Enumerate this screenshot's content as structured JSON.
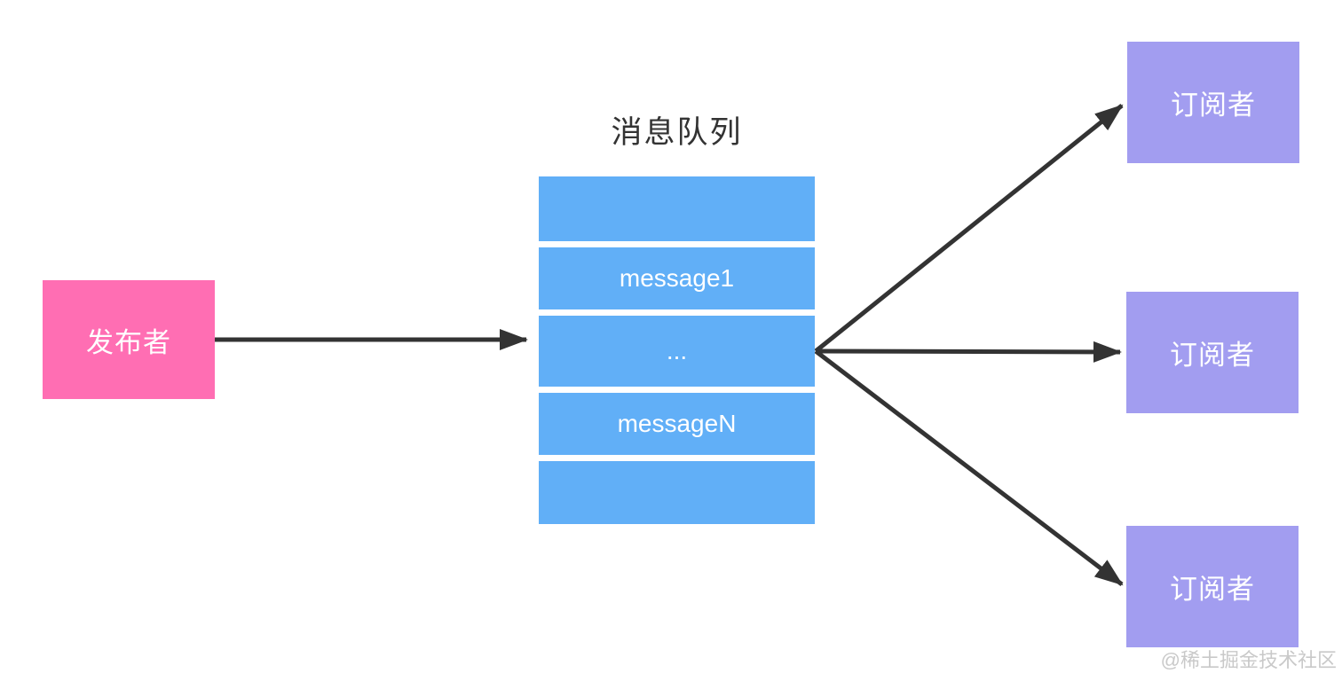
{
  "diagram": {
    "title": "消息队列",
    "publisher": {
      "label": "发布者"
    },
    "queue": {
      "rows": [
        {
          "label": ""
        },
        {
          "label": "message1"
        },
        {
          "label": "..."
        },
        {
          "label": "messageN"
        },
        {
          "label": ""
        }
      ]
    },
    "subscribers": [
      {
        "label": "订阅者"
      },
      {
        "label": "订阅者"
      },
      {
        "label": "订阅者"
      }
    ],
    "watermark": "@稀土掘金技术社区"
  },
  "colors": {
    "publisher_bg": "#ff6eb3",
    "queue_bg": "#61aff7",
    "subscriber_bg": "#a29df0",
    "arrow": "#333333",
    "title_text": "#333333",
    "box_text": "#ffffff",
    "watermark_text": "#c9c9c9",
    "background": "#ffffff"
  }
}
